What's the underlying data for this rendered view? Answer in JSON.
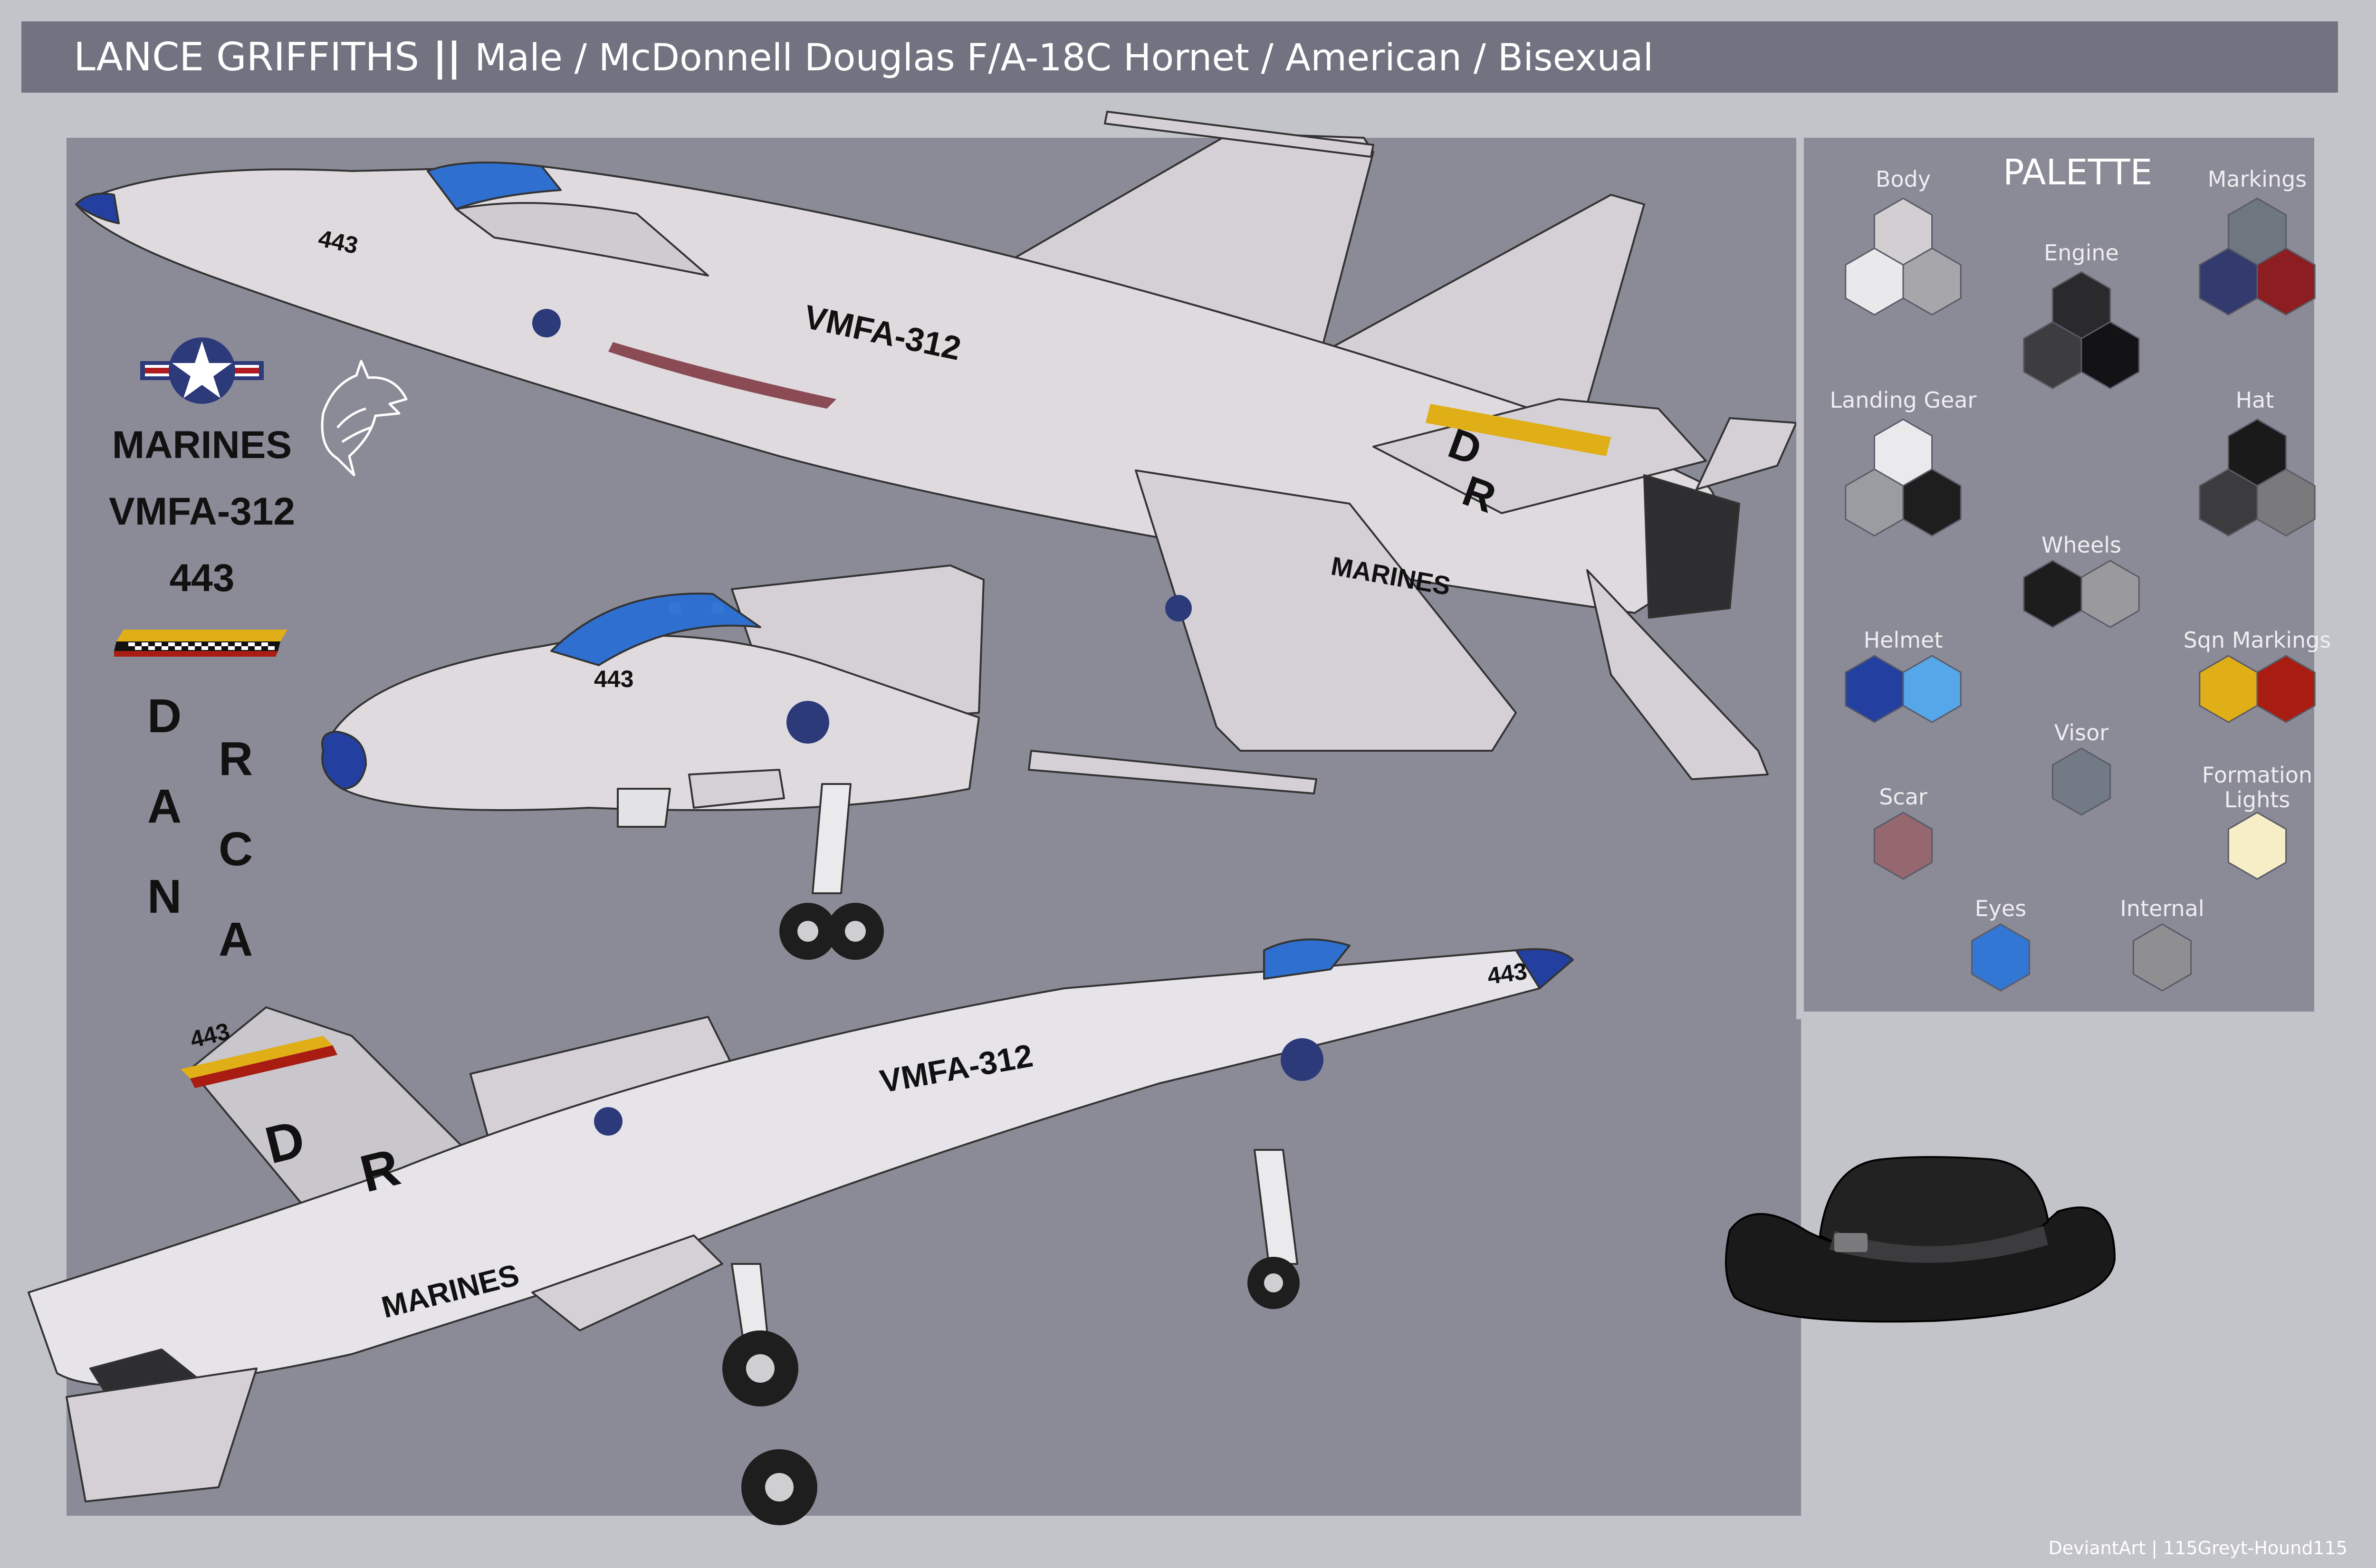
{
  "header": {
    "name": "LANCE GRIFFITHS",
    "separator": " || ",
    "details": "Male / McDonnell Douglas F/A-18C Hornet / American / Bisexual"
  },
  "insignia": {
    "branch": "MARINES",
    "squadron": "VMFA-312",
    "number": "443",
    "tail_letters": [
      "D",
      "R"
    ],
    "name_col1": [
      "D",
      "A",
      "N"
    ],
    "name_col2": [
      "R",
      "C",
      "A"
    ]
  },
  "aircraft_markings": {
    "side_number": "443",
    "squadron_text": "VMFA-312",
    "branch_text": "MARINES",
    "tail_code": [
      "D",
      "R"
    ]
  },
  "palette": {
    "title": "PALETTE",
    "groups": [
      {
        "label": "Body",
        "colors": [
          "#d3ced2",
          "#e9e9ec",
          "#a7a6aa"
        ]
      },
      {
        "label": "Engine",
        "colors": [
          "#2a2a2c",
          "#3d3d40",
          "#131315"
        ]
      },
      {
        "label": "Markings",
        "colors": [
          "#6e7680",
          "#323a6e",
          "#8c1d20"
        ]
      },
      {
        "label": "Landing Gear",
        "colors": [
          "#eaeaec",
          "#9b9ca2",
          "#1e1e1f"
        ]
      },
      {
        "label": "Hat",
        "colors": [
          "#1a1a1a",
          "#3c3c3e",
          "#7a7a7c"
        ]
      },
      {
        "label": "Wheels",
        "colors": [
          "#1d1d1e",
          "#9a9a9d"
        ]
      },
      {
        "label": "Helmet",
        "colors": [
          "#2340a0",
          "#56a6ea"
        ]
      },
      {
        "label": "Sqn Markings",
        "colors": [
          "#e0ae16",
          "#a81c12"
        ]
      },
      {
        "label": "Visor",
        "colors": [
          "#727b85"
        ]
      },
      {
        "label": "Scar",
        "colors": [
          "#956870"
        ]
      },
      {
        "label": "Formation Lights",
        "colors": [
          "#f6eec6"
        ]
      },
      {
        "label": "Eyes",
        "colors": [
          "#3377d4"
        ]
      },
      {
        "label": "Internal",
        "colors": [
          "#8f8f92"
        ]
      }
    ]
  },
  "credit": "DeviantArt | 115Greyt-Hound115"
}
